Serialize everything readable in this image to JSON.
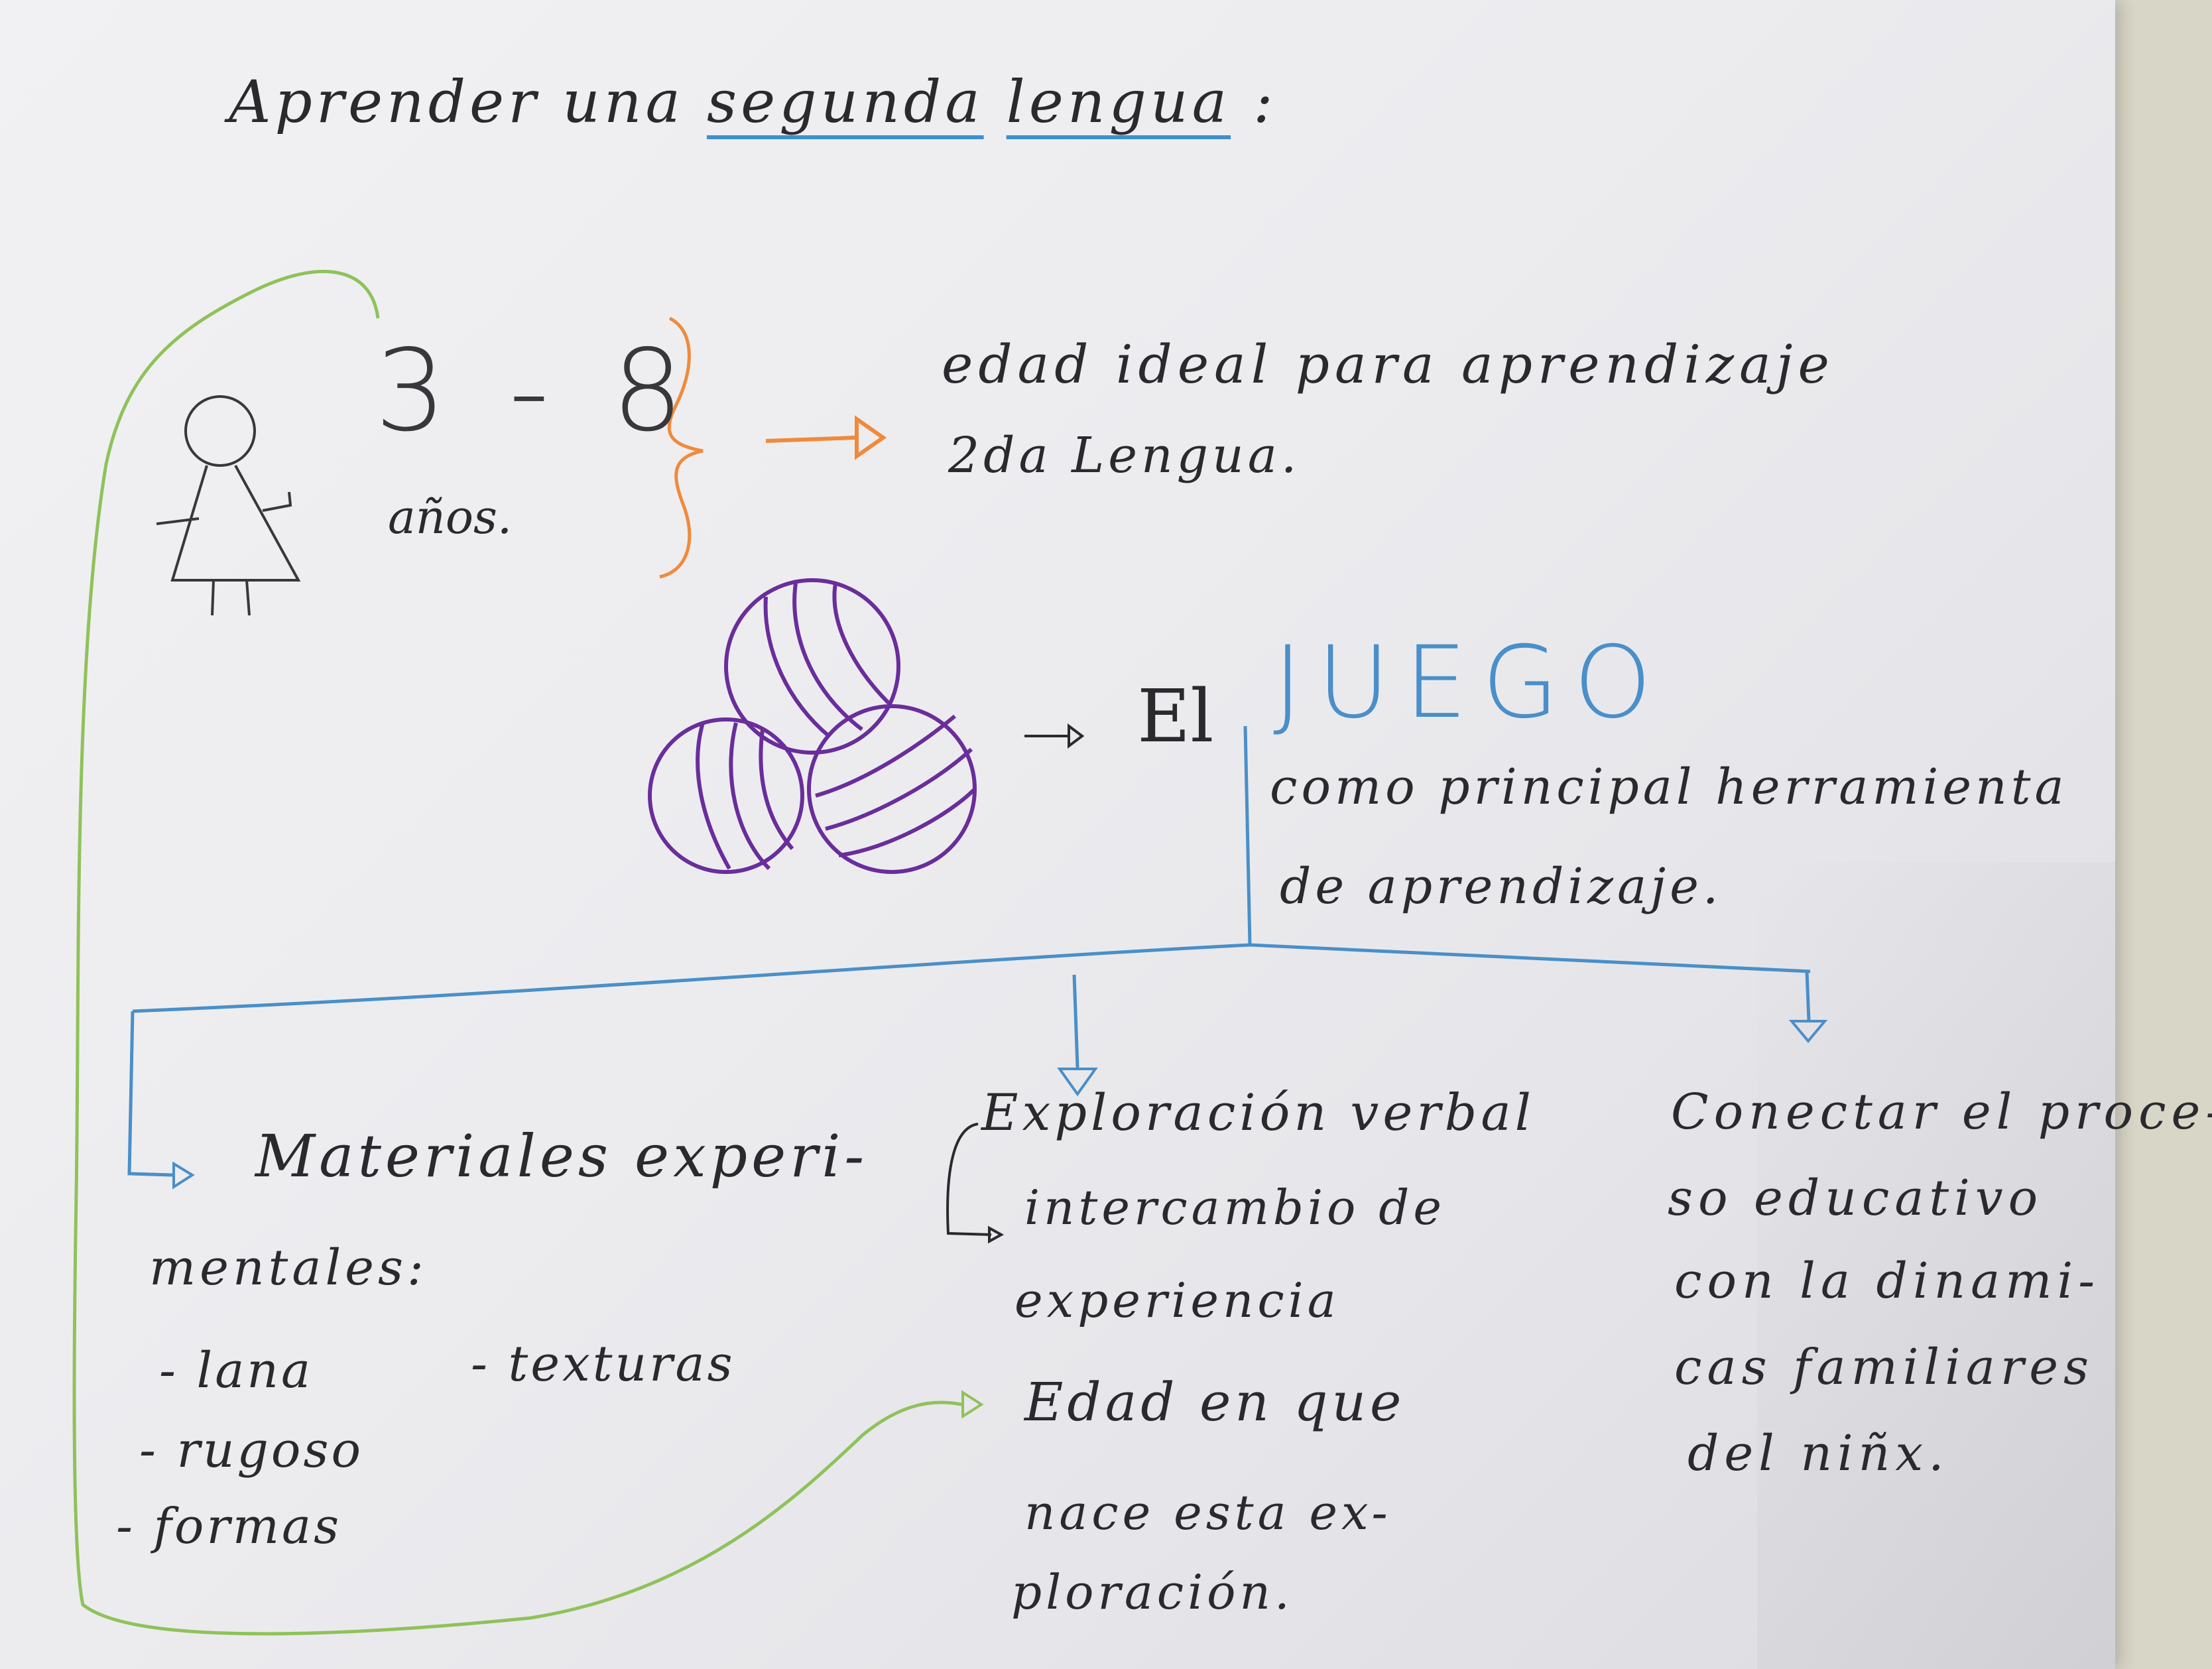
{
  "title": {
    "prefix": "Aprender una ",
    "word1": "segunda",
    "word2": "lengua",
    "suffix": " :"
  },
  "age_block": {
    "range": "3 - 8",
    "unit": "años.",
    "arrow_text_line1": "edad ideal para aprendizaje",
    "arrow_text_line2": "2da Lengua."
  },
  "juego": {
    "article": "El",
    "word": "JUEGO",
    "desc_line1": "como principal herramienta",
    "desc_line2": "de aprendizaje."
  },
  "branch_left": {
    "heading_line1": "Materiales experi-",
    "heading_line2": "mentales:",
    "items": [
      "- lana",
      "- rugoso",
      "- formas",
      "- texturas"
    ]
  },
  "branch_middle": {
    "line1": "Exploración verbal",
    "line2": "intercambio de",
    "line3": "experiencia",
    "line4": "Edad en que",
    "line5": "nace esta ex-",
    "line6": "ploración."
  },
  "branch_right": {
    "lines": [
      "Conectar el proce-",
      "so educativo",
      "con la dinami-",
      "cas familiares",
      "del niñx."
    ]
  },
  "colors": {
    "ink": "#2a2a2e",
    "blue_pencil": "#4a8fc9",
    "orange_pencil": "#f08a3c",
    "green_pencil": "#8fc25a",
    "purple_pencil": "#6a2d9c"
  },
  "icons": [
    "stick-figure-girl-icon",
    "yarn-balls-icon",
    "arrow-icon"
  ]
}
